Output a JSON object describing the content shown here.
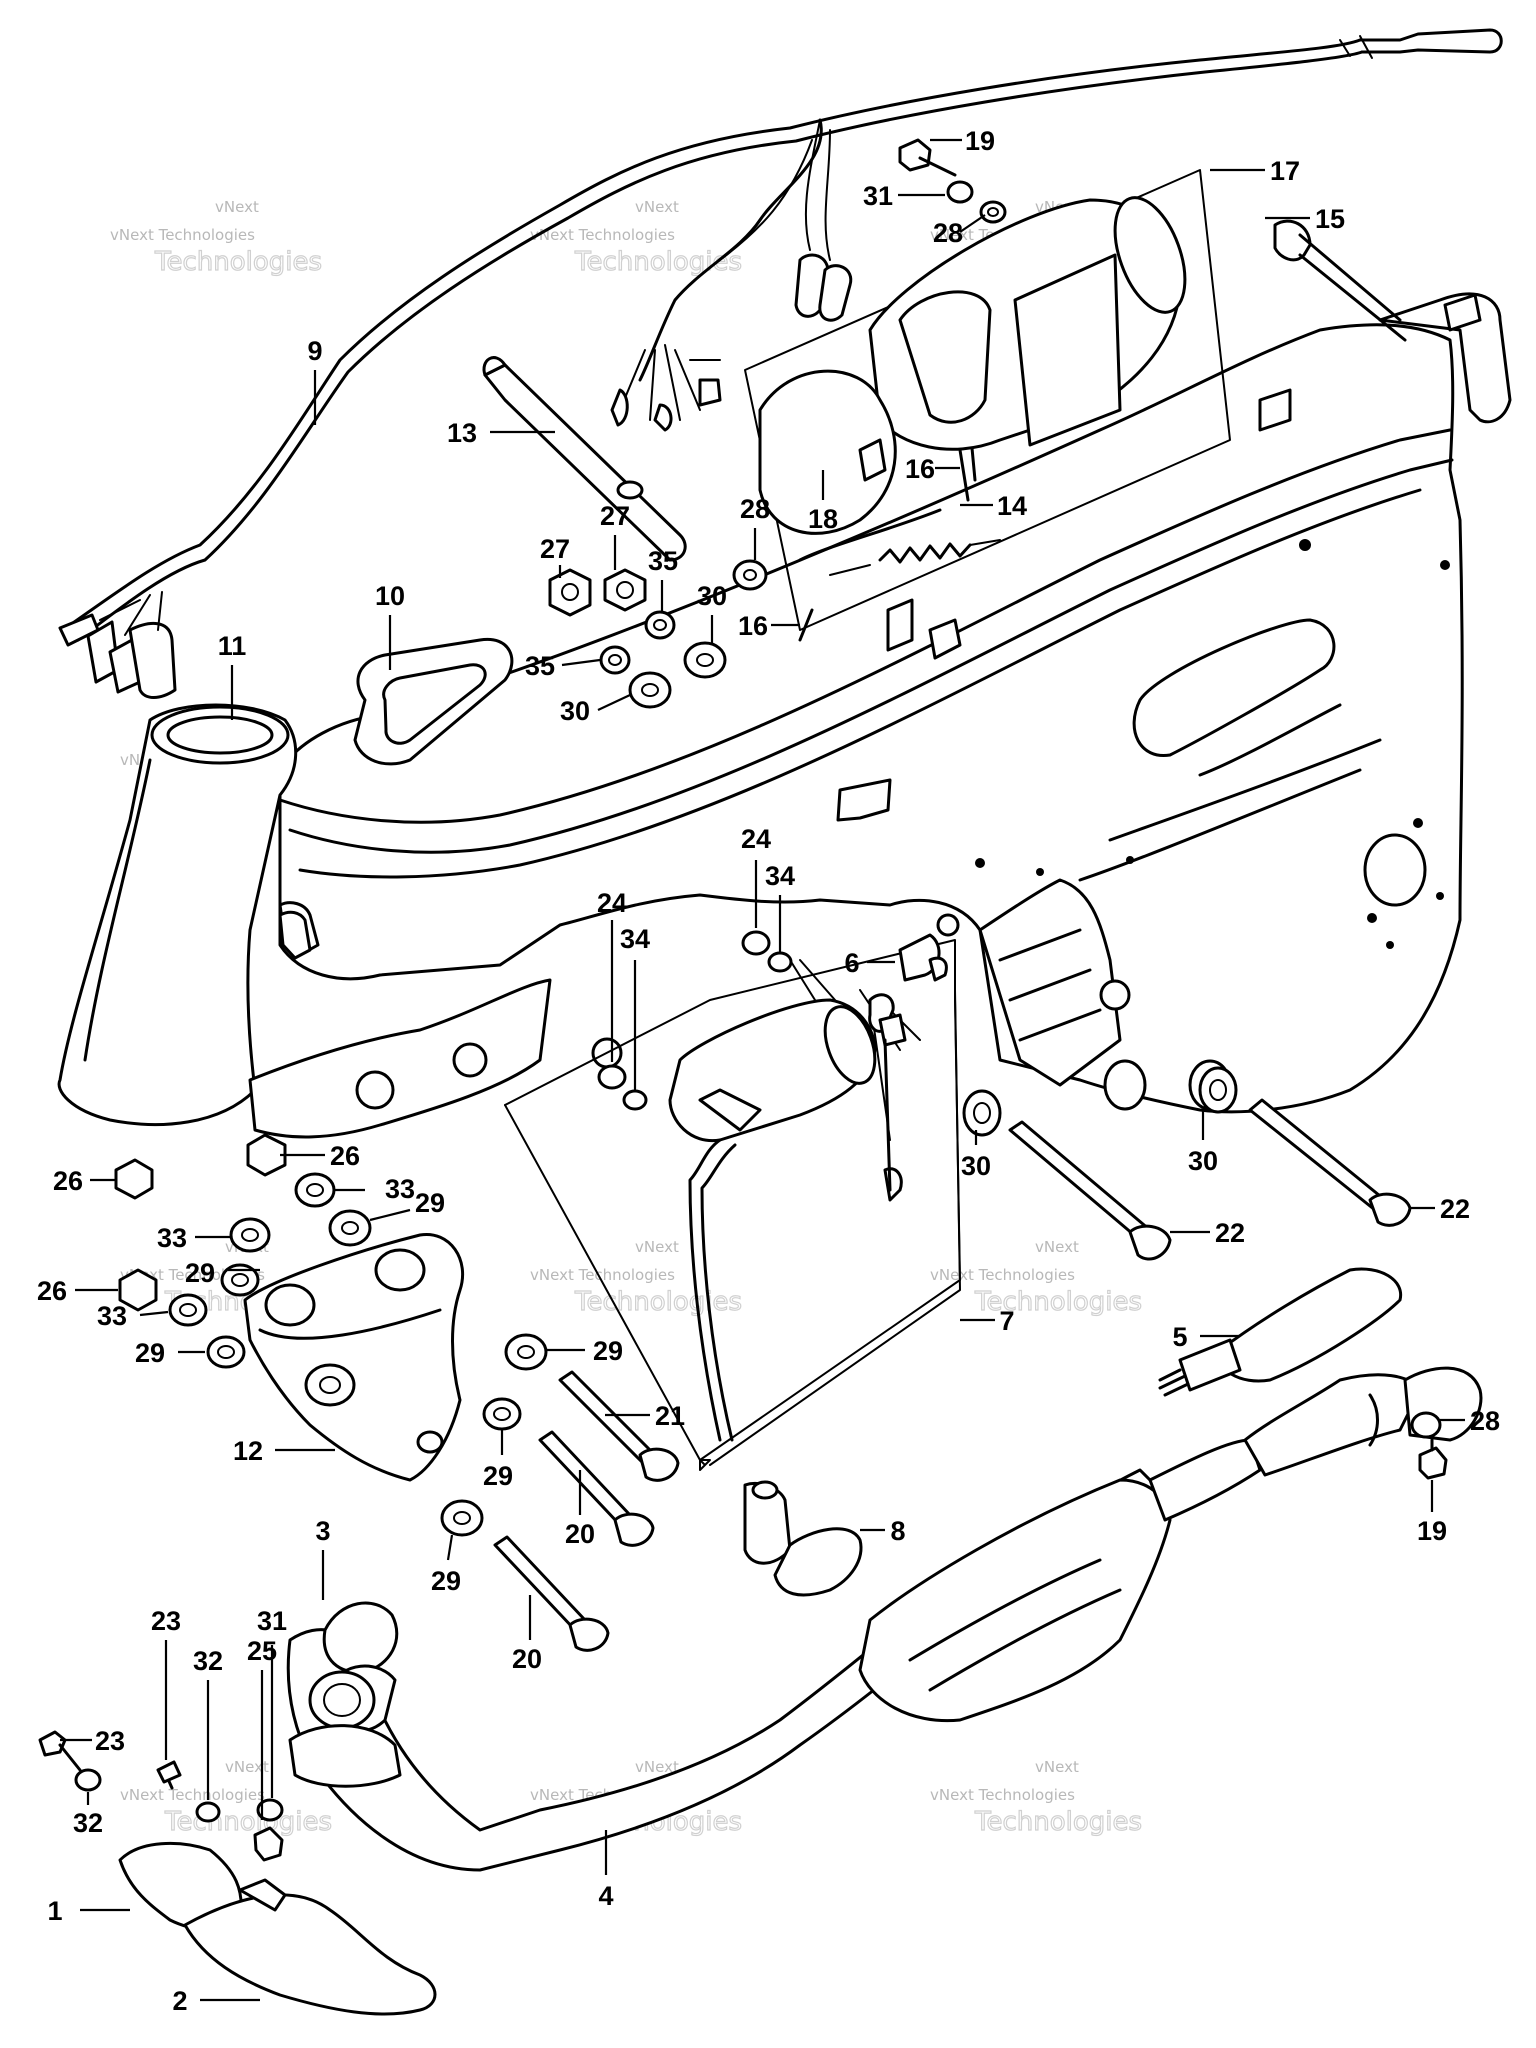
{
  "diagram": {
    "watermark": {
      "logo_text": "vNext",
      "line1": "vNext Technologies",
      "line2": "Technologies"
    },
    "callouts": [
      {
        "id": "c1",
        "label": "1"
      },
      {
        "id": "c2",
        "label": "2"
      },
      {
        "id": "c3",
        "label": "3"
      },
      {
        "id": "c4",
        "label": "4"
      },
      {
        "id": "c5",
        "label": "5"
      },
      {
        "id": "c6",
        "label": "6"
      },
      {
        "id": "c7",
        "label": "7"
      },
      {
        "id": "c8",
        "label": "8"
      },
      {
        "id": "c9",
        "label": "9"
      },
      {
        "id": "c10",
        "label": "10"
      },
      {
        "id": "c11",
        "label": "11"
      },
      {
        "id": "c12",
        "label": "12"
      },
      {
        "id": "c13",
        "label": "13"
      },
      {
        "id": "c14",
        "label": "14"
      },
      {
        "id": "c15",
        "label": "15"
      },
      {
        "id": "c16a",
        "label": "16"
      },
      {
        "id": "c16b",
        "label": "16"
      },
      {
        "id": "c17",
        "label": "17"
      },
      {
        "id": "c18",
        "label": "18"
      },
      {
        "id": "c19a",
        "label": "19"
      },
      {
        "id": "c19b",
        "label": "19"
      },
      {
        "id": "c20a",
        "label": "20"
      },
      {
        "id": "c20b",
        "label": "20"
      },
      {
        "id": "c21",
        "label": "21"
      },
      {
        "id": "c22a",
        "label": "22"
      },
      {
        "id": "c22b",
        "label": "22"
      },
      {
        "id": "c23a",
        "label": "23"
      },
      {
        "id": "c23b",
        "label": "23"
      },
      {
        "id": "c24a",
        "label": "24"
      },
      {
        "id": "c24b",
        "label": "24"
      },
      {
        "id": "c25",
        "label": "25"
      },
      {
        "id": "c26a",
        "label": "26"
      },
      {
        "id": "c26b",
        "label": "26"
      },
      {
        "id": "c26c",
        "label": "26"
      },
      {
        "id": "c27a",
        "label": "27"
      },
      {
        "id": "c27b",
        "label": "27"
      },
      {
        "id": "c28a",
        "label": "28"
      },
      {
        "id": "c28b",
        "label": "28"
      },
      {
        "id": "c28c",
        "label": "28"
      },
      {
        "id": "c29a",
        "label": "29"
      },
      {
        "id": "c29b",
        "label": "29"
      },
      {
        "id": "c29c",
        "label": "29"
      },
      {
        "id": "c29d",
        "label": "29"
      },
      {
        "id": "c29e",
        "label": "29"
      },
      {
        "id": "c29f",
        "label": "29"
      },
      {
        "id": "c30a",
        "label": "30"
      },
      {
        "id": "c30b",
        "label": "30"
      },
      {
        "id": "c30c",
        "label": "30"
      },
      {
        "id": "c30d",
        "label": "30"
      },
      {
        "id": "c31a",
        "label": "31"
      },
      {
        "id": "c31b",
        "label": "31"
      },
      {
        "id": "c32a",
        "label": "32"
      },
      {
        "id": "c32b",
        "label": "32"
      },
      {
        "id": "c33a",
        "label": "33"
      },
      {
        "id": "c33b",
        "label": "33"
      },
      {
        "id": "c33c",
        "label": "33"
      },
      {
        "id": "c34a",
        "label": "34"
      },
      {
        "id": "c34b",
        "label": "34"
      },
      {
        "id": "c35a",
        "label": "35"
      },
      {
        "id": "c35b",
        "label": "35"
      }
    ]
  }
}
